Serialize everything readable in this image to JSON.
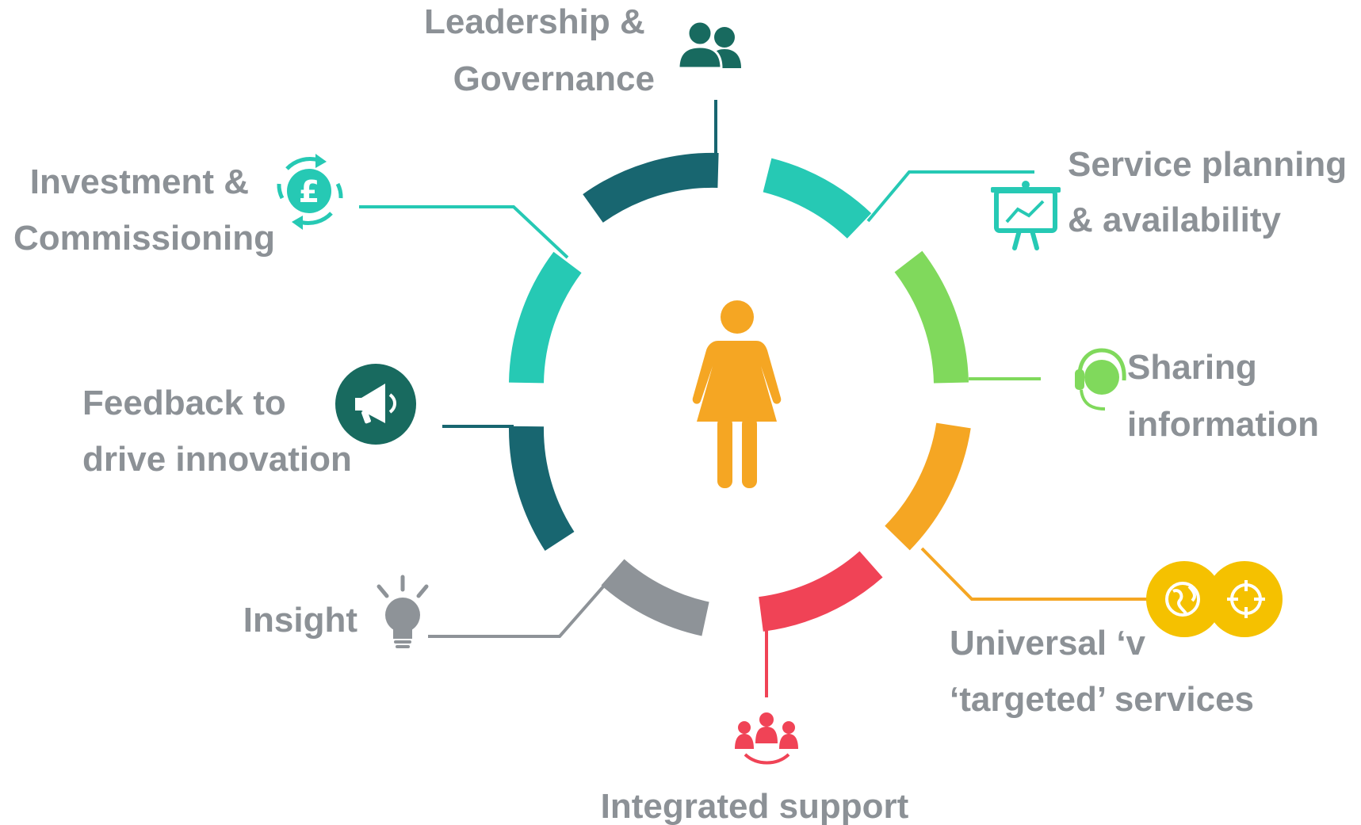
{
  "center": {
    "icon": "woman-figure-icon",
    "color": "#f5a623"
  },
  "segments": [
    {
      "id": "leadership",
      "lines": [
        "Leadership &",
        "Governance"
      ],
      "icon": "people-pair-icon",
      "color": "#186670",
      "icon_color": "#186a5f"
    },
    {
      "id": "service-planning",
      "lines": [
        "Service planning",
        "& availability"
      ],
      "icon": "presentation-chart-icon",
      "color": "#26c9b4"
    },
    {
      "id": "sharing",
      "lines": [
        "Sharing",
        "information"
      ],
      "icon": "headset-icon",
      "color": "#80d95c"
    },
    {
      "id": "universal",
      "lines": [
        "Universal ‘v",
        "‘targeted’ services"
      ],
      "icon": "globe-target-icon",
      "color": "#f5a623",
      "icon_color": "#f5c100"
    },
    {
      "id": "integrated",
      "lines": [
        "Integrated support"
      ],
      "icon": "team-group-icon",
      "color": "#f04356"
    },
    {
      "id": "insight",
      "lines": [
        "Insight"
      ],
      "icon": "lightbulb-icon",
      "color": "#8e9398"
    },
    {
      "id": "feedback",
      "lines": [
        "Feedback to",
        "drive innovation"
      ],
      "icon": "megaphone-icon",
      "color": "#186670",
      "icon_color": "#186a5f"
    },
    {
      "id": "investment",
      "lines": [
        "Investment &",
        "Commissioning"
      ],
      "icon": "pound-cycle-icon",
      "color": "#26c9b4"
    }
  ]
}
